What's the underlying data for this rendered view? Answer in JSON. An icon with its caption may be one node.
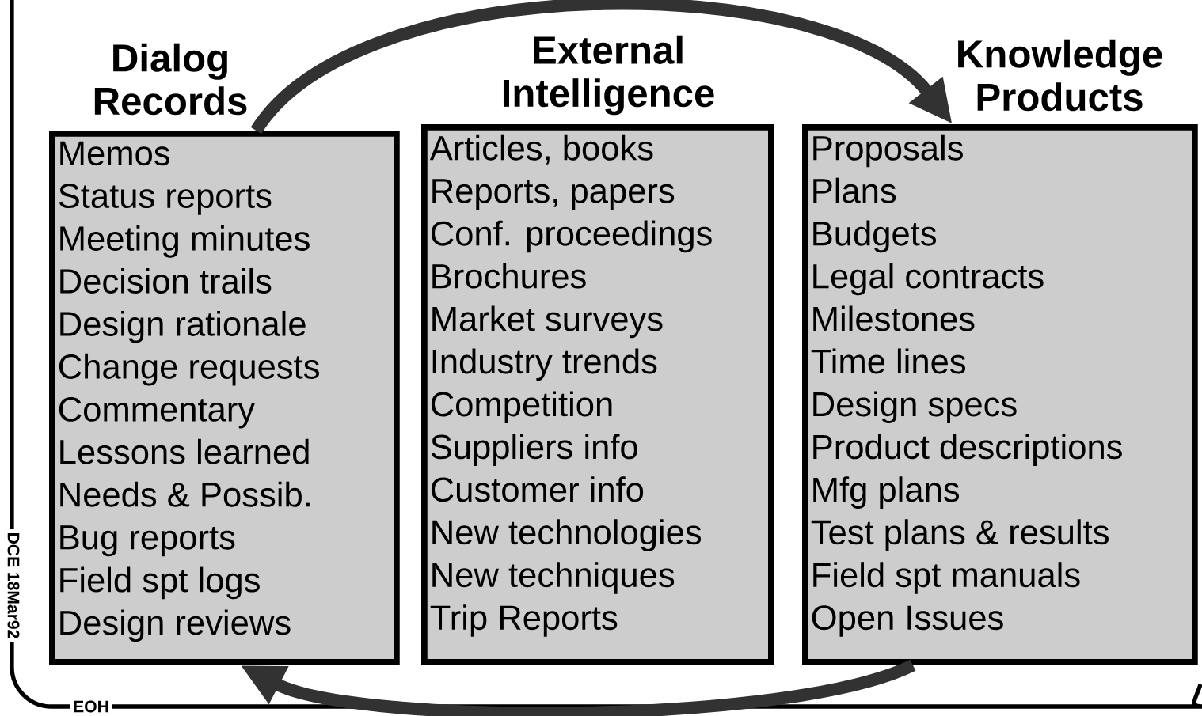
{
  "diagram": {
    "nodes": [
      {
        "text": [
          "Dialog Records",
          "Memos",
          "Status reports",
          "Meeting minutes",
          "Decision trails",
          "Design rationale",
          "Change requests",
          "Commentary",
          "Lessons learned",
          "Needs & Possib.",
          "Bug reports",
          "Field spt logs",
          "Design reviews"
        ]
      },
      {
        "text": [
          "External Intelligence",
          "Articles, books",
          "Reports, papers",
          "Conf. proceedings",
          "Brochures",
          "Market surveys",
          "Industry trends",
          "Competition",
          "Suppliers info",
          "Customer info",
          "New technologies",
          "New techniques",
          "Trip Reports"
        ]
      },
      {
        "text": [
          "Knowledge Products",
          "Proposals",
          "Plans",
          "Budgets",
          "Legal contracts",
          "Milestones",
          "Time lines",
          "Design specs",
          "Product descriptions",
          "Mfg plans",
          "Test plans & results",
          "Field spt manuals",
          "Open Issues"
        ]
      }
    ],
    "edges": [
      {
        "from": 0,
        "to": 2,
        "arrow": "to"
      },
      {
        "from": 2,
        "to": 0,
        "arrow": "to"
      }
    ],
    "labels": [
      "DCE 18Mar92",
      "EOH"
    ]
  }
}
